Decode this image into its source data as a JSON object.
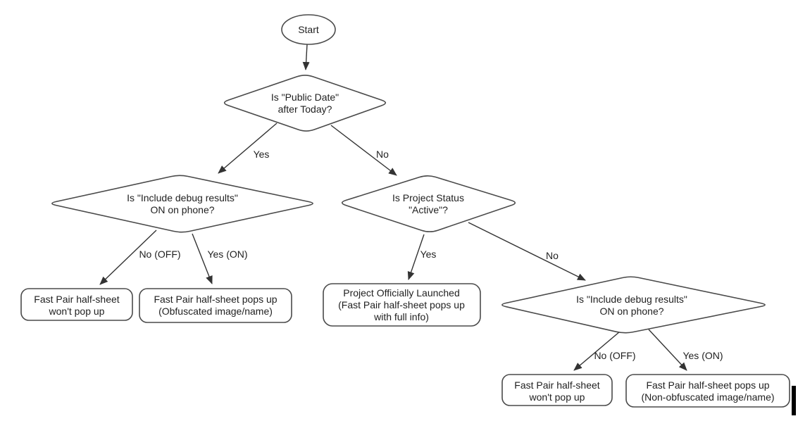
{
  "colors": {
    "background": "#ffffff",
    "shape_stroke": "#4a4a4a",
    "edge_stroke": "#333333",
    "text": "#1f1f1f",
    "cursor_bar": "#000000"
  },
  "nodes": {
    "start": {
      "label": "Start"
    },
    "decision_public_date": {
      "line1": "Is \"Public Date\"",
      "line2": "after Today?"
    },
    "decision_debug_left": {
      "line1": "Is \"Include debug results\"",
      "line2": "ON on phone?"
    },
    "decision_project_status": {
      "line1": "Is Project Status",
      "line2": "\"Active\"?"
    },
    "decision_debug_right": {
      "line1": "Is \"Include debug results\"",
      "line2": "ON on phone?"
    },
    "result_no_popup_left": {
      "line1": "Fast Pair half-sheet",
      "line2": "won't pop up"
    },
    "result_obfuscated": {
      "line1": "Fast Pair half-sheet pops up",
      "line2": "(Obfuscated image/name)"
    },
    "result_launched": {
      "line1": "Project Officially Launched",
      "line2": "(Fast Pair half-sheet pops up",
      "line3": "with full info)"
    },
    "result_no_popup_right": {
      "line1": "Fast Pair half-sheet",
      "line2": "won't pop up"
    },
    "result_non_obfuscated": {
      "line1": "Fast Pair half-sheet pops up",
      "line2": "(Non-obfuscated image/name)"
    }
  },
  "edge_labels": {
    "public_date_yes": "Yes",
    "public_date_no": "No",
    "debug_left_no": "No (OFF)",
    "debug_left_yes": "Yes (ON)",
    "project_status_yes": "Yes",
    "project_status_no": "No",
    "debug_right_no": "No (OFF)",
    "debug_right_yes": "Yes (ON)"
  }
}
